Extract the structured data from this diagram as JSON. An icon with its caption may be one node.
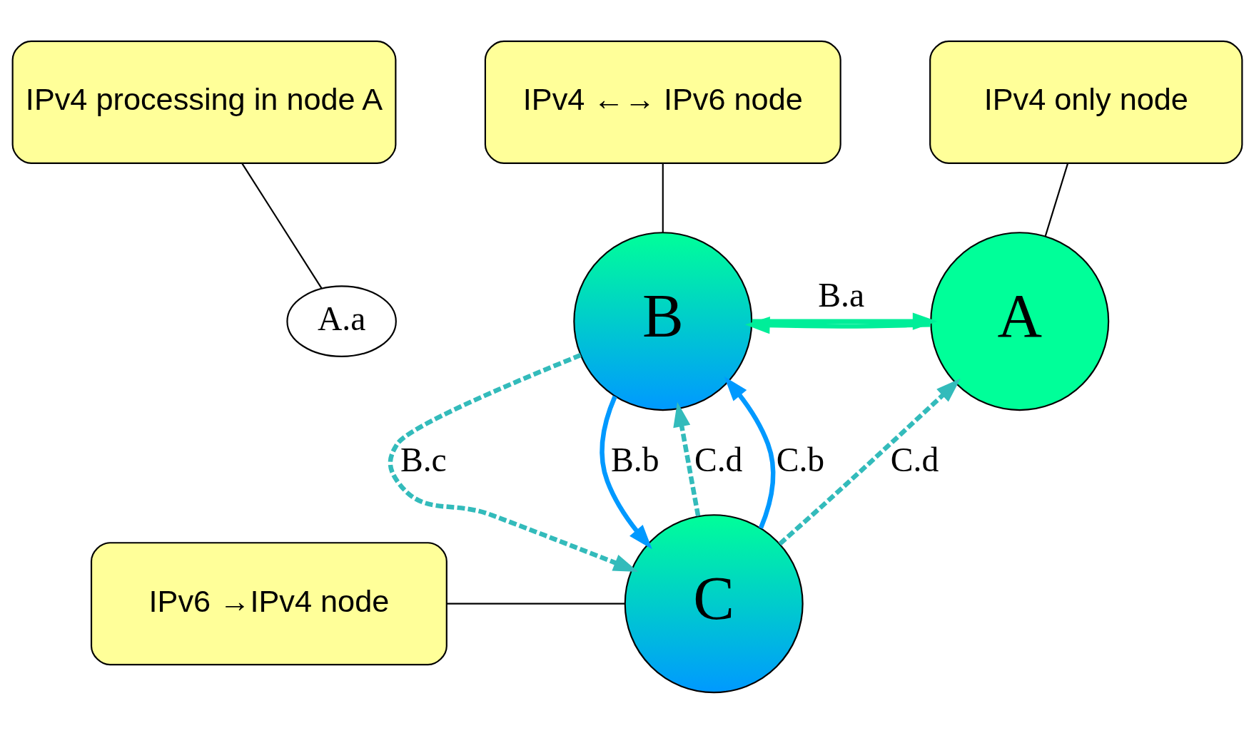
{
  "diagram": {
    "nodes": [
      {
        "text": [
          "IPv4 processing in node A"
        ]
      },
      {
        "text": [
          "IPv4 only node"
        ]
      },
      {
        "text": [
          "IPv4 ←→ IPv6 node"
        ]
      },
      {
        "text": [
          "A.a"
        ]
      },
      {
        "text": [
          "A"
        ]
      },
      {
        "text": [
          "B"
        ]
      },
      {
        "text": [
          "C"
        ]
      },
      {
        "text": [
          "IPv6 →IPv4 node"
        ]
      }
    ],
    "edges": [
      {
        "from": 0,
        "to": 3,
        "arrow": "none",
        "color": "#000000"
      },
      {
        "from": 1,
        "to": 4,
        "arrow": "none",
        "color": "#000000"
      },
      {
        "from": 2,
        "to": 5,
        "arrow": "none",
        "color": "#000000"
      },
      {
        "from": 7,
        "to": 6,
        "arrow": "none",
        "color": "#000000"
      },
      {
        "from": 4,
        "to": 5,
        "arrow": "to",
        "color": "#00ee99"
      },
      {
        "from": 5,
        "to": 4,
        "label": "B.a",
        "arrow": "to",
        "color": "#00ee99"
      },
      {
        "from": 6,
        "to": 4,
        "label": "C.d",
        "arrow": "to",
        "style": "dashed",
        "color": "#33bbbb"
      },
      {
        "from": 6,
        "to": 5,
        "label": "C.d",
        "arrow": "to",
        "style": "dashed",
        "color": "#33bbbb"
      },
      {
        "from": 5,
        "to": 6,
        "label": "B.c",
        "arrow": "to",
        "style": "dashed",
        "color": "#33bbbb"
      },
      {
        "from": 5,
        "to": 6,
        "label": "B.b",
        "arrow": "to",
        "color": "#0099ff"
      },
      {
        "from": 6,
        "to": 5,
        "label": "C.b",
        "arrow": "to",
        "color": "#0099ff"
      }
    ]
  }
}
